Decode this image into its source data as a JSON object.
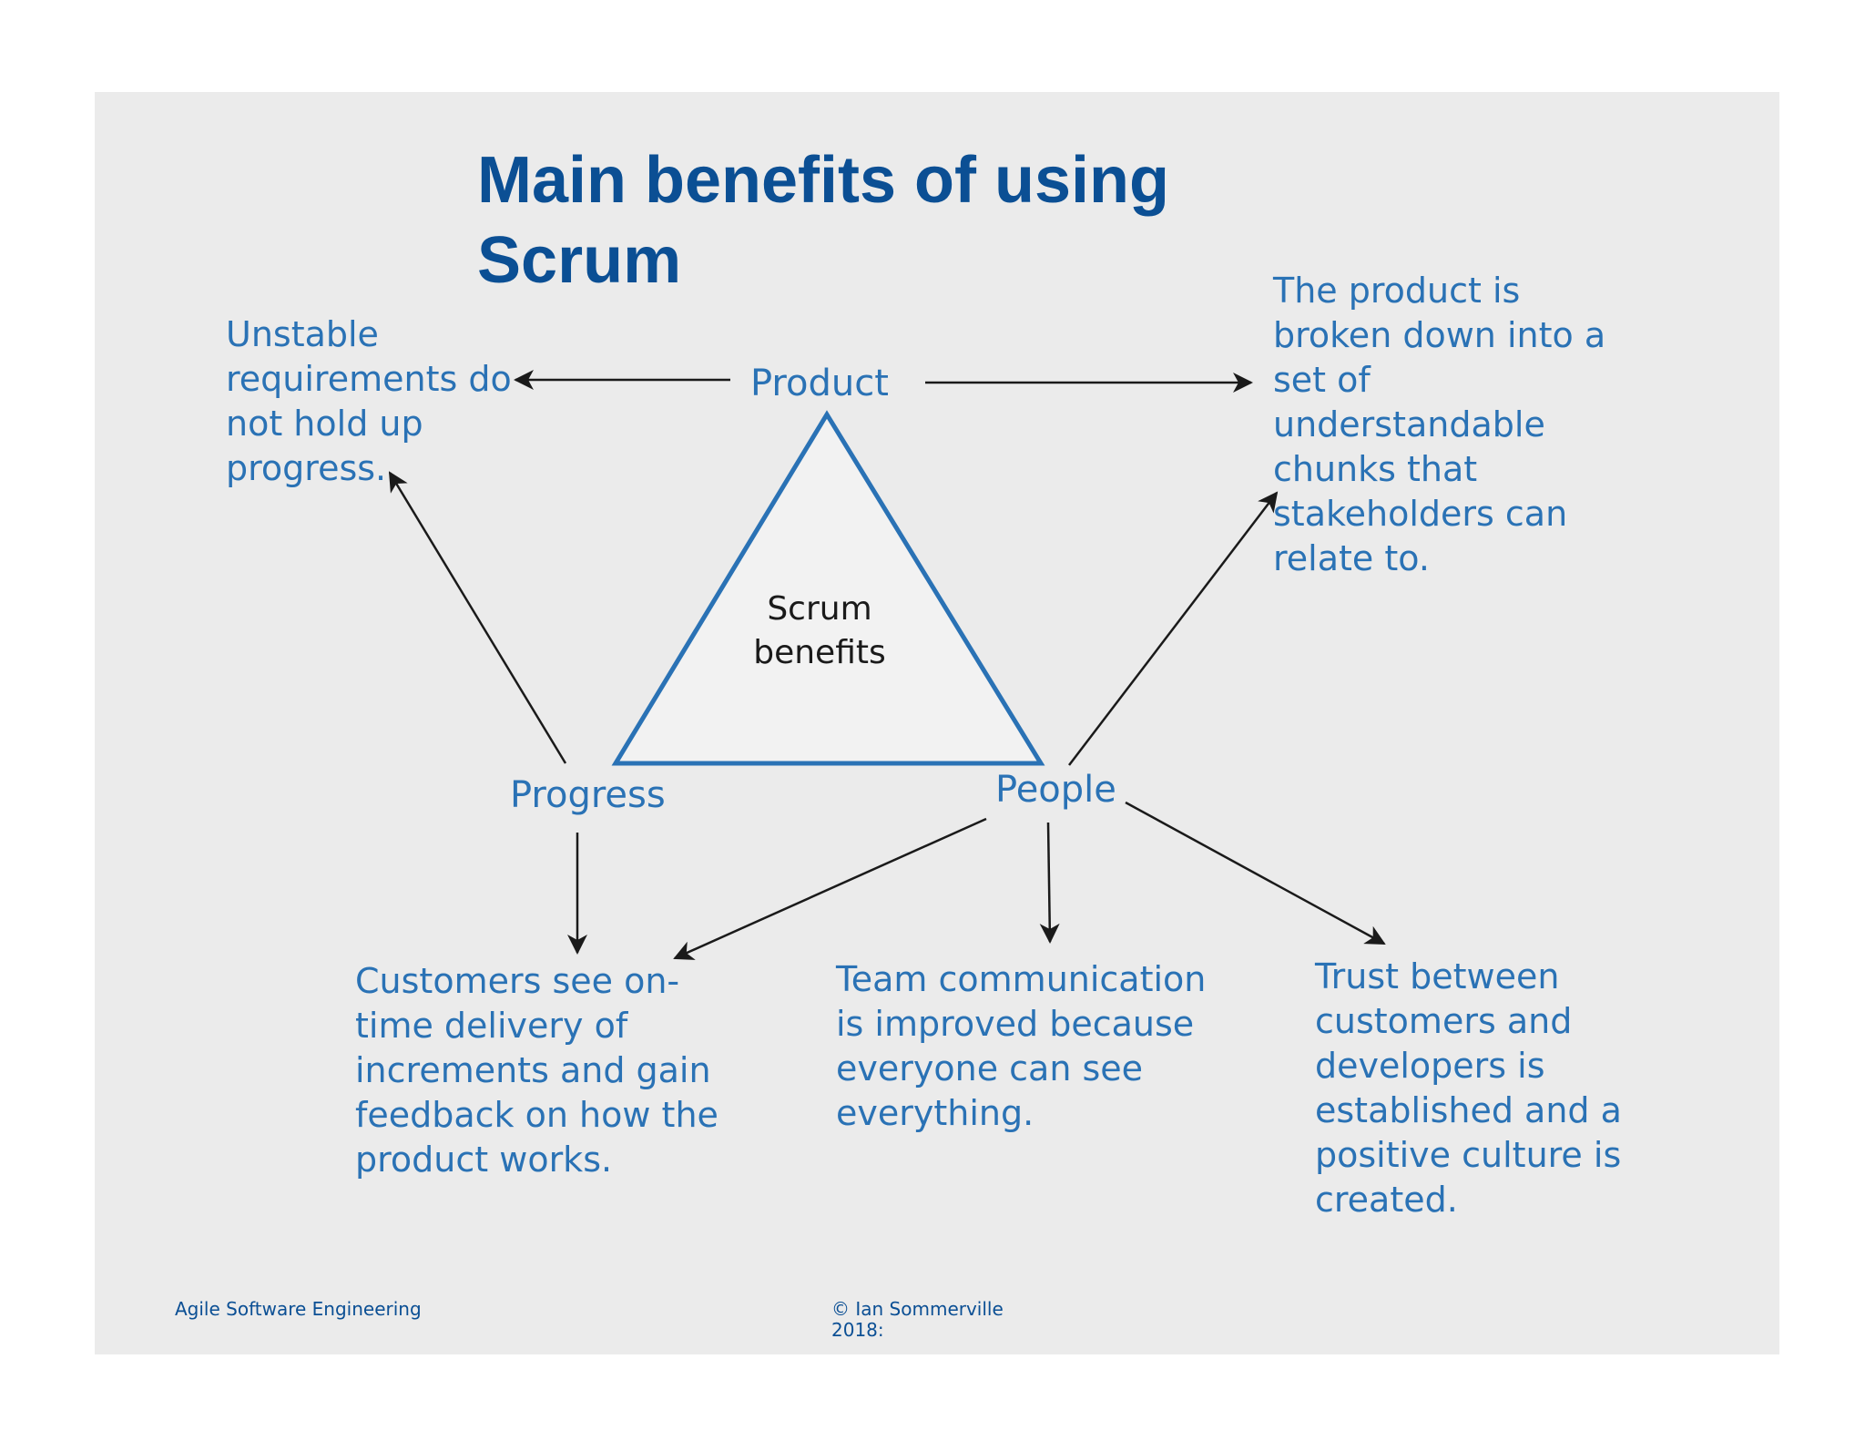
{
  "title": {
    "line1": "Main benefits of using",
    "line2": "Scrum"
  },
  "diagram": {
    "center": {
      "line1": "Scrum",
      "line2": "benefits"
    },
    "nodes": {
      "product": "Product",
      "progress": "Progress",
      "people": "People"
    },
    "benefits": {
      "unstable_requirements": "Unstable requirements do not hold up progress.",
      "product_chunks": "The product is broken down into a set of understandable chunks that stakeholders can relate to.",
      "customer_delivery": "Customers see on-time delivery of increments and gain feedback on how the product works.",
      "team_communication": "Team communication is improved because everyone can see everything.",
      "trust": "Trust between customers and developers is established and a positive culture is created."
    }
  },
  "footer": {
    "left": "Agile Software Engineering",
    "right": "© Ian Sommerville 2018:"
  },
  "colors": {
    "slide_background": "#ebebeb",
    "title": "#0b4f94",
    "text_blue": "#2a72b5",
    "triangle_stroke": "#2a72b5",
    "triangle_fill": "#f2f2f2",
    "arrow": "#1a1a1a"
  }
}
